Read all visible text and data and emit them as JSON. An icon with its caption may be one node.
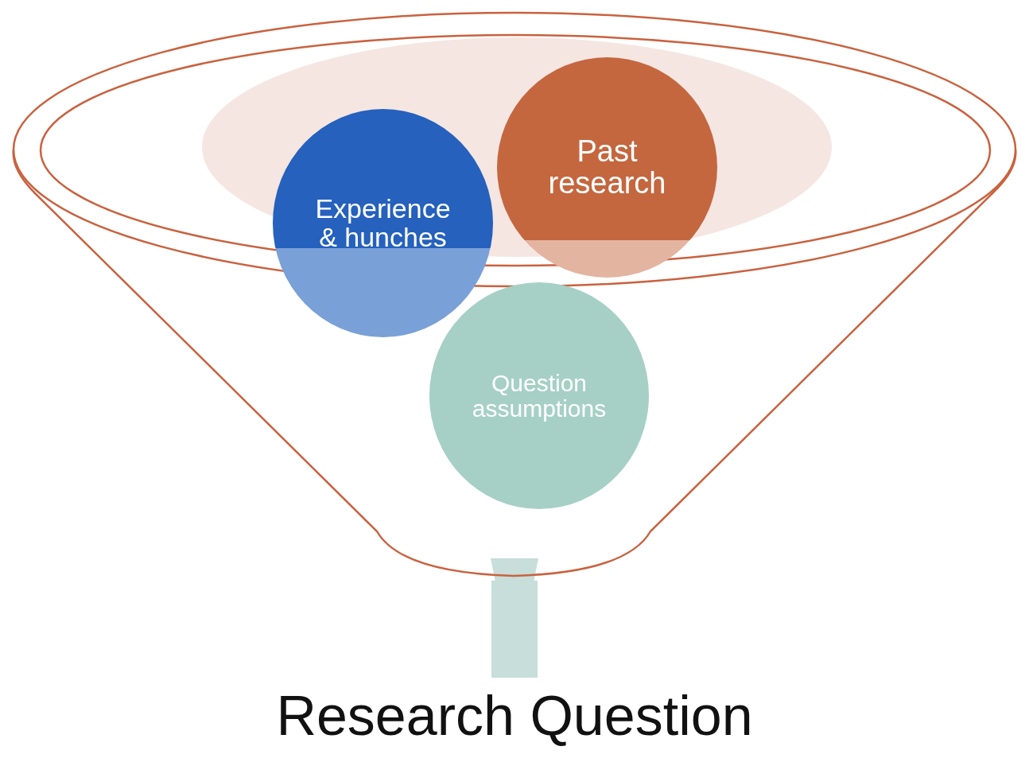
{
  "diagram": {
    "nodes": [
      {
        "text": [],
        "shape": "funnel"
      },
      {
        "text": [
          "Past research"
        ],
        "in": 0
      },
      {
        "text": [
          "Experience & hunches"
        ],
        "in": 0
      },
      {
        "text": [
          "Question assumptions"
        ],
        "in": 0
      },
      {
        "text": [
          "Research Question"
        ]
      }
    ],
    "edges": [
      {
        "from": 0,
        "to": 4,
        "arrow": "to"
      }
    ]
  }
}
